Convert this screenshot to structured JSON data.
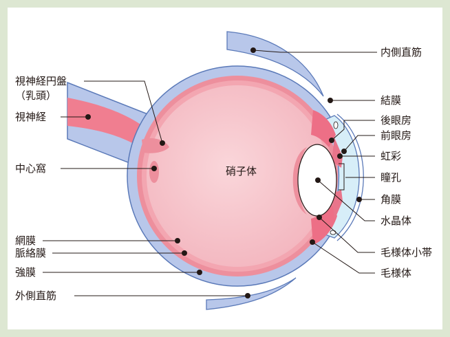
{
  "diagram": {
    "center_label": "硝子体",
    "labels": {
      "medial_rectus": "内側直筋",
      "conjunctiva": "結膜",
      "posterior_chamber": "後眼房",
      "anterior_chamber": "前眼房",
      "iris": "虹彩",
      "pupil": "瞳孔",
      "cornea": "角膜",
      "lens": "水晶体",
      "zonule": "毛様体小帯",
      "ciliary_body": "毛様体",
      "optic_disc_line1": "視神経円盤",
      "optic_disc_line2": "（乳頭）",
      "optic_nerve": "視神経",
      "fovea": "中心窩",
      "retina": "網膜",
      "choroid": "脈絡膜",
      "sclera": "強膜",
      "lateral_rectus": "外側直筋"
    },
    "colors": {
      "background": "#dde7d2",
      "sclera": "#b8c7ea",
      "sclera_outline": "#5a79b8",
      "choroid": "#ed8f9d",
      "vitreous": "#f5c3c9",
      "lens": "#ffffff",
      "cornea_chamber": "#d7eef8",
      "line": "#231815"
    }
  }
}
